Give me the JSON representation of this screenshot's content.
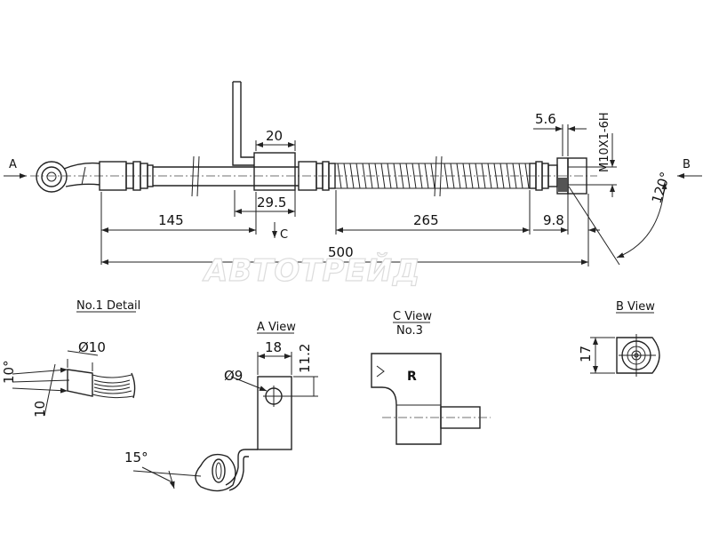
{
  "main_view": {
    "view_a_label": "A",
    "view_b_label": "B",
    "section_c_label": "C",
    "dims": {
      "d20": "20",
      "d29_5": "29.5",
      "d145": "145",
      "d265": "265",
      "d9_8": "9.8",
      "d5_6": "5.6",
      "d500": "500",
      "thread": "M10X1-6H",
      "angle120": "120°"
    }
  },
  "watermark": "АВТОТРЕЙД",
  "detail_no1": {
    "title": "No.1 Detail",
    "dia": "Ø10",
    "angle": "10°",
    "len": "10"
  },
  "a_view": {
    "title": "A View",
    "w": "18",
    "h": "11.2",
    "hole": "Ø9",
    "angle": "15°"
  },
  "c_view": {
    "title": "C View",
    "sub": "No.3",
    "mark": "R"
  },
  "b_view": {
    "title": "B View",
    "h": "17"
  },
  "colors": {
    "line": "#222222",
    "watermark": "#dcdcdc"
  }
}
